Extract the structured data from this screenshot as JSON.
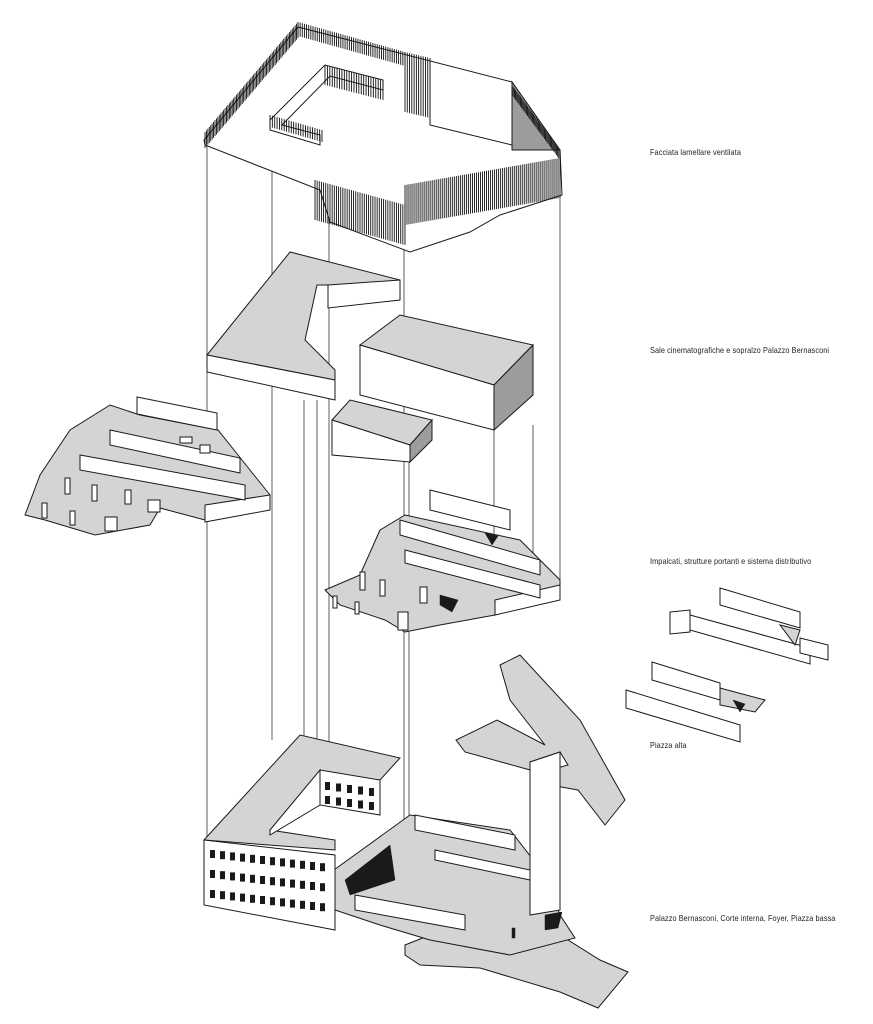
{
  "labels": {
    "facade": "Facciata lamellare ventilata",
    "cinema": "Sale cinematografiche e sopralzo Palazzo Bernasconi",
    "floors": "Impalcati, strutture portanti e sistema distributivo",
    "upper_square": "Piazza alta",
    "ground": "Palazzo Bernasconi, Corte interna, Foyer, Piazza bassa"
  }
}
